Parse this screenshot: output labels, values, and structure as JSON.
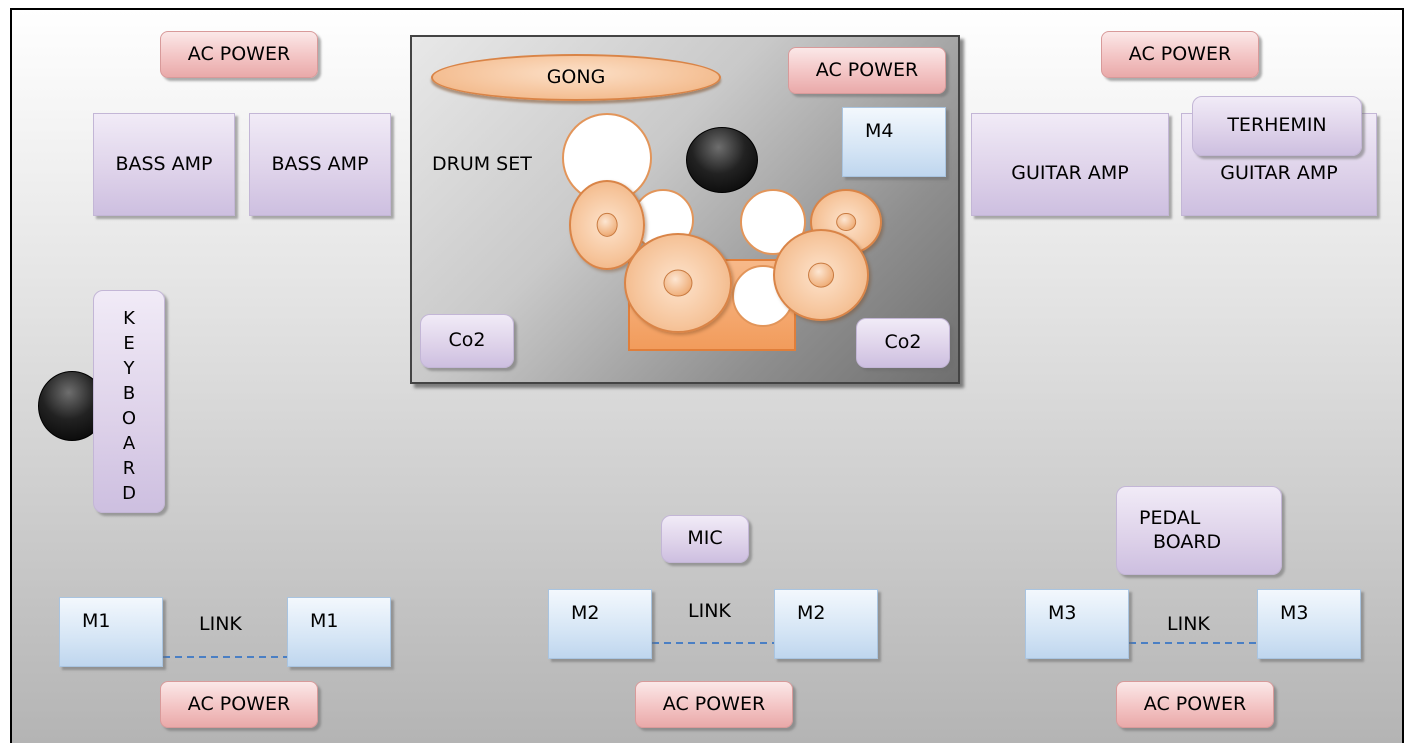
{
  "labels": {
    "ac_power": "AC POWER",
    "bass_amp": "BASS AMP",
    "guitar_amp": "GUITAR AMP",
    "terhemin": "TERHEMIN",
    "gong": "GONG",
    "drum_set": "DRUM SET",
    "co2": "Co2",
    "m1": "M1",
    "m2": "M2",
    "m3": "M3",
    "m4": "M4",
    "link": "LINK",
    "mic": "MIC",
    "pedal_board_line1": "PEDAL",
    "pedal_board_line2": "BOARD",
    "keyboard_letters": [
      "K",
      "E",
      "Y",
      "B",
      "O",
      "A",
      "R",
      "D"
    ]
  },
  "colors": {
    "power_fill": "#f3c4c4",
    "amp_fill": "#ddd1e9",
    "monitor_fill": "#d5e5f5",
    "cymbal_fill": "#f6c59c",
    "riser_fill": "#f2a36a",
    "link_line": "#4a7fc4"
  }
}
